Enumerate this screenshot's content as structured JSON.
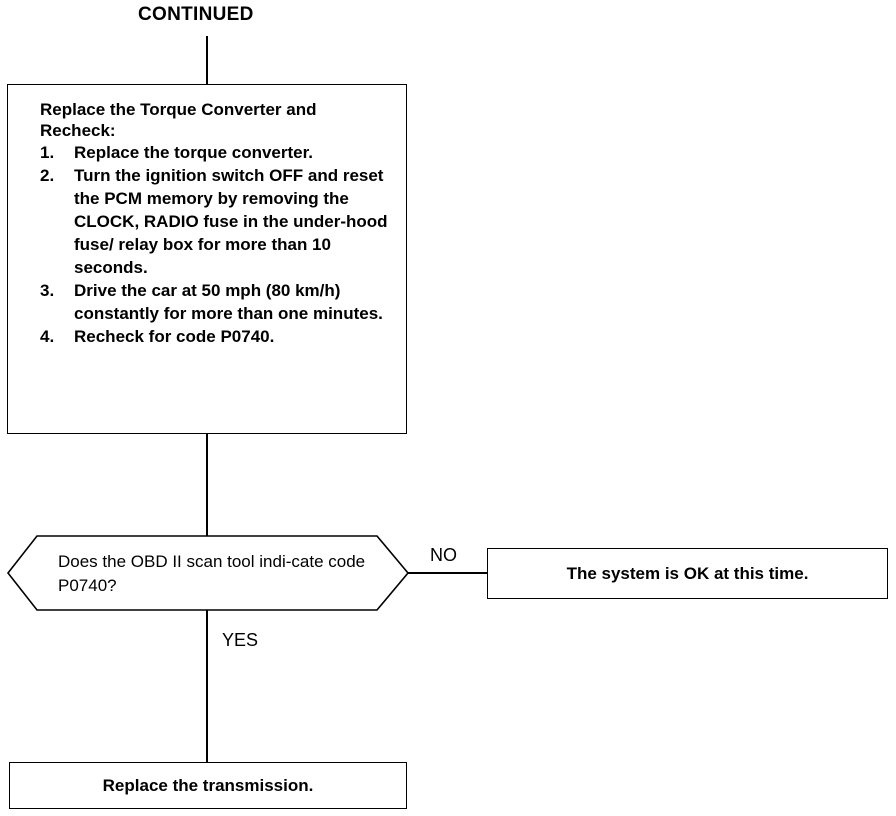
{
  "header": {
    "continued_label": "CONTINUED"
  },
  "step_box": {
    "title": "Replace the Torque Converter and Recheck:",
    "steps": [
      {
        "num": "1.",
        "text": "Replace the torque converter."
      },
      {
        "num": "2.",
        "text": "Turn the ignition switch OFF and reset the PCM memory by removing the CLOCK, RADIO fuse in the under-hood fuse/ relay box for more than 10 seconds."
      },
      {
        "num": "3.",
        "text": "Drive the car at 50 mph (80 km/h) constantly for more than one minutes."
      },
      {
        "num": "4.",
        "text": "Recheck for code P0740."
      }
    ]
  },
  "decision": {
    "question": "Does the OBD II scan tool indi-cate code P0740?",
    "no_label": "NO",
    "yes_label": "YES"
  },
  "result_no": {
    "text": "The system is OK at this time."
  },
  "result_yes": {
    "text": "Replace the transmission."
  }
}
